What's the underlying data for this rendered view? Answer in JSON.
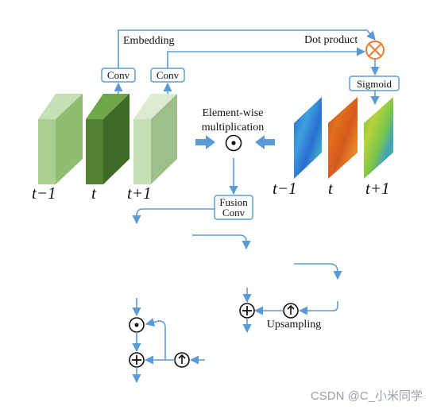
{
  "labels": {
    "embedding": "Embedding",
    "dot_product": "Dot product",
    "conv_left": "Conv",
    "conv_right": "Conv",
    "sigmoid": "Sigmoid",
    "element_wise_line1": "Element-wise",
    "element_wise_line2": "multiplication",
    "fusion_line1": "Fusion",
    "fusion_line2": "Conv",
    "upsampling": "Upsampling",
    "watermark": "CSDN @C_小米同学"
  },
  "frames_left": {
    "t_minus_1": "t−1",
    "t": "t",
    "t_plus_1": "t+1"
  },
  "frames_right": {
    "t_minus_1": "t−1",
    "t": "t",
    "t_plus_1": "t+1"
  },
  "colors": {
    "arrow": "#5b9bd5",
    "block_light_front": "#a9d08e",
    "block_dark_front": "#548235",
    "block_pale_front": "#c5e0b4",
    "operator_orange": "#ed7d31"
  }
}
